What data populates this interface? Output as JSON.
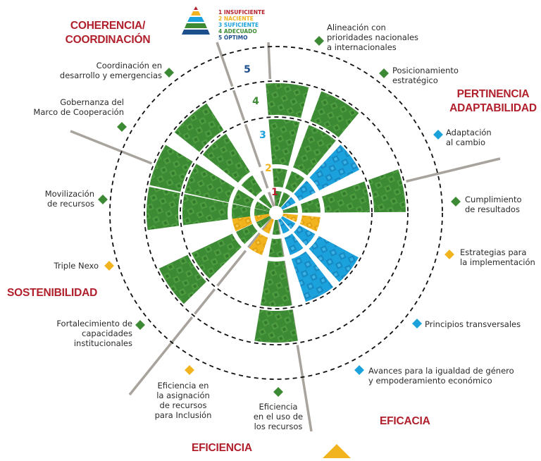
{
  "colors": {
    "insuficiente": "#b5202e",
    "naciente": "#f2b41e",
    "suficiente": "#1ba1dc",
    "adecuado": "#3d8a35",
    "optimo": "#1d4f8c",
    "category": "#b01f2b"
  },
  "legend": [
    {
      "label": "1 INSUFICIENTE",
      "color": "#b5202e"
    },
    {
      "label": "2 NACIENTE",
      "color": "#f2b41e"
    },
    {
      "label": "3 SUFICIENTE",
      "color": "#1ba1dc"
    },
    {
      "label": "4 ADECUADO",
      "color": "#3d8a35"
    },
    {
      "label": "5 ÓPTIMO",
      "color": "#1d4f8c"
    }
  ],
  "ring_labels": [
    "1",
    "2",
    "3",
    "4",
    "5"
  ],
  "categories": {
    "coherencia": "COHERENCIA/\nCOORDINACIÓN",
    "pertinencia": "PERTINENCIA\nADAPTABILIDAD",
    "sostenibilidad": "SOSTENIBILIDAD",
    "eficacia": "EFICACIA",
    "eficiencia": "EFICIENCIA"
  },
  "criteria": [
    {
      "label": "Alineación con\nprioridades nacionales\na internacionales",
      "score": 4
    },
    {
      "label": "Posicionamiento\nestratégico",
      "score": 4
    },
    {
      "label": "Adaptación\nal cambio",
      "score": 3
    },
    {
      "label": "Cumplimiento\nde resultados",
      "score": 4
    },
    {
      "label": "Estrategias para\nla implementación",
      "score": 2
    },
    {
      "label": "Principios transversales",
      "score": 3
    },
    {
      "label": "Avances para la igualdad de género\ny empoderamiento económico",
      "score": 3
    },
    {
      "label": "Eficiencia\nen el uso de\nlos recursos",
      "score": 4
    },
    {
      "label": "Eficiencia en\nla asignación\nde recursos\npara Inclusión",
      "score": 2
    },
    {
      "label": "Fortalecimiento de\ncapacidades\ninstitucionales",
      "score": 4
    },
    {
      "label": "Triple Nexo",
      "score": 2
    },
    {
      "label": "Movilización\nde recursos",
      "score": 4
    },
    {
      "label": "Gobernanza del\nMarco de Cooperación",
      "score": 4
    },
    {
      "label": "Coordinación en\ndesarrollo y emergencias",
      "score": 4
    }
  ]
}
